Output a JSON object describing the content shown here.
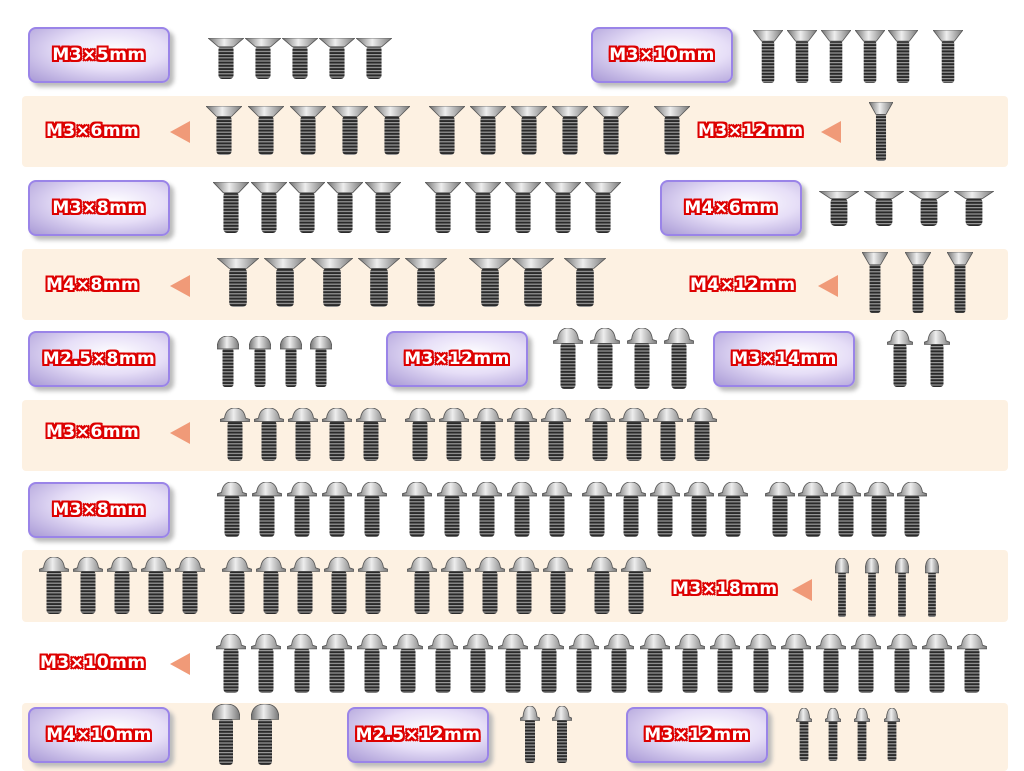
{
  "colors": {
    "band": "#fdf1e2",
    "box_border": "#9a84e8",
    "arrow": "#f09a78",
    "label_outline": "#dd0000"
  },
  "labels": [
    "M3×5mm",
    "M3×10mm",
    "M3×6mm",
    "M3×12mm",
    "M3×8mm",
    "M4×6mm",
    "M4×8mm",
    "M4×12mm",
    "M2.5×8mm",
    "M3×12mm",
    "M3×14mm",
    "M3×6mm",
    "M3×8mm",
    "M3×18mm",
    "M3×10mm",
    "M4×10mm",
    "M2.5×12mm",
    "M3×12mm"
  ],
  "screw_groups": [
    {
      "size": "M3×5mm",
      "head": "flat",
      "count": 5
    },
    {
      "size": "M3×10mm",
      "head": "flat",
      "count": 6
    },
    {
      "size": "M3×6mm",
      "head": "flat",
      "count": 11
    },
    {
      "size": "M3×12mm",
      "head": "flat",
      "count": 1
    },
    {
      "size": "M3×8mm",
      "head": "flat",
      "count": 10
    },
    {
      "size": "M4×6mm",
      "head": "flat",
      "count": 4
    },
    {
      "size": "M4×8mm",
      "head": "flat",
      "count": 8
    },
    {
      "size": "M4×12mm",
      "head": "flat",
      "count": 3
    },
    {
      "size": "M2.5×8mm",
      "head": "button",
      "count": 4
    },
    {
      "size": "M3×12mm",
      "head": "flange",
      "count": 4
    },
    {
      "size": "M3×14mm",
      "head": "flange",
      "count": 2
    },
    {
      "size": "M3×6mm",
      "head": "flange",
      "count": 14
    },
    {
      "size": "M3×8mm",
      "head": "flange",
      "count": 20
    },
    {
      "size": "M3×8mm",
      "head": "flange",
      "count": 17
    },
    {
      "size": "M3×18mm",
      "head": "button",
      "count": 4
    },
    {
      "size": "M3×10mm",
      "head": "flange",
      "count": 22
    },
    {
      "size": "M4×10mm",
      "head": "button",
      "count": 2
    },
    {
      "size": "M2.5×12mm",
      "head": "flange",
      "count": 2
    },
    {
      "size": "M3×12mm",
      "head": "flange",
      "count": 4
    }
  ]
}
